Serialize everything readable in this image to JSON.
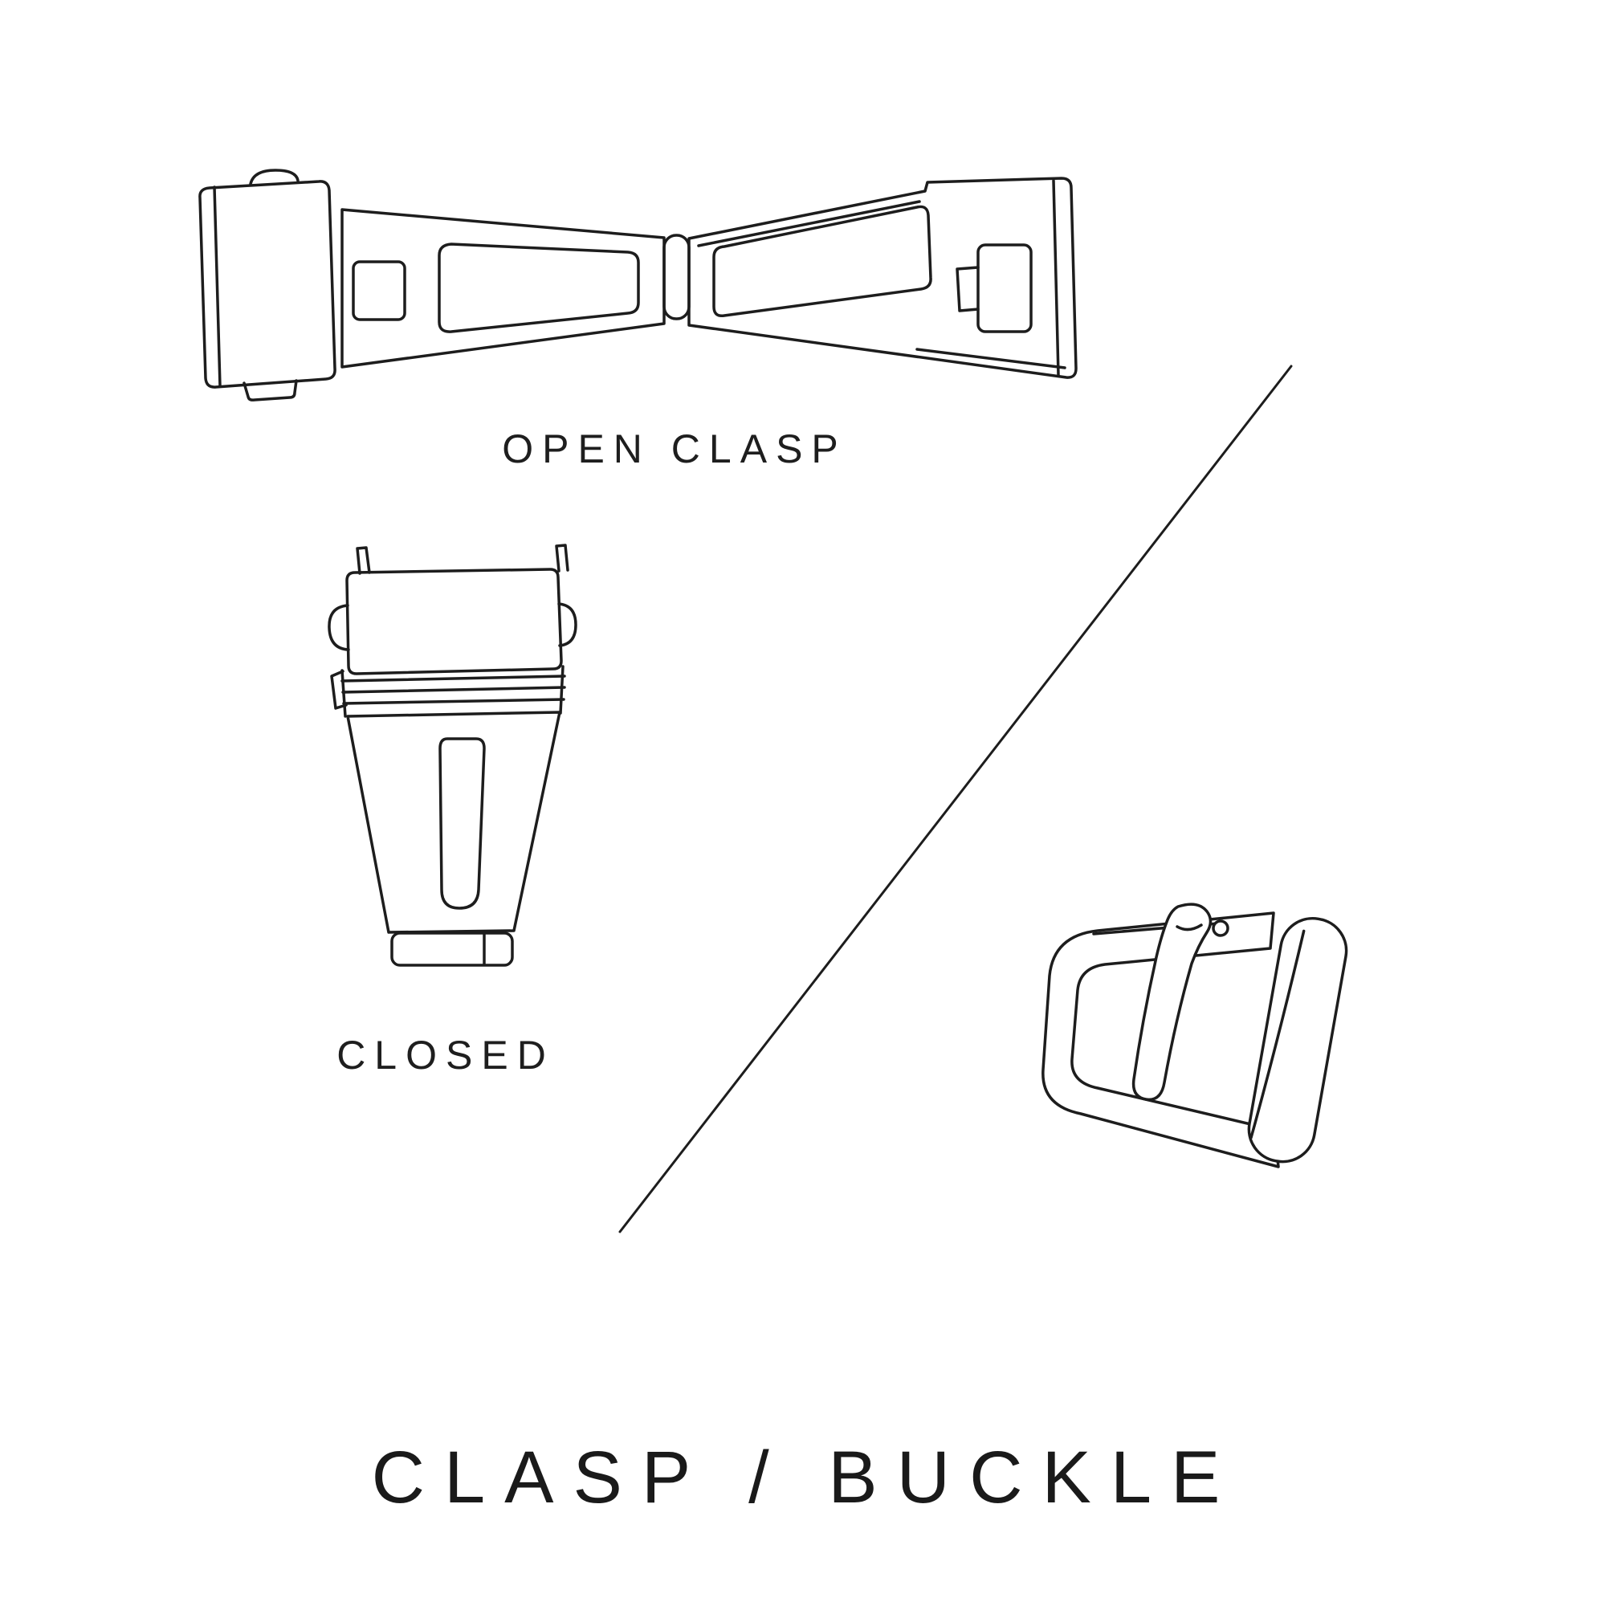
{
  "title": "CLASP / BUCKLE",
  "figures": {
    "open_clasp": {
      "label": "OPEN CLASP"
    },
    "closed_clasp": {
      "label": "CLOSED"
    }
  },
  "colors": {
    "background": "#ffffff",
    "line": "#1d1d1d",
    "text": "#1e1e1e"
  }
}
